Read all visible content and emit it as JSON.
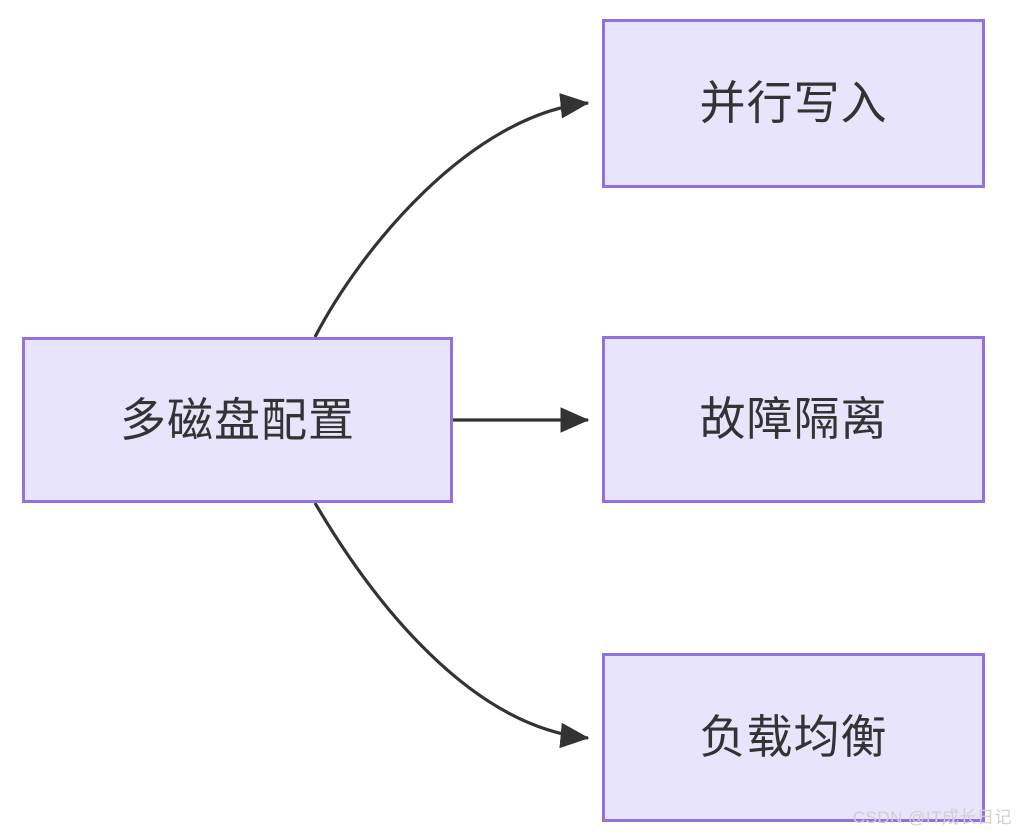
{
  "diagram": {
    "type": "flowchart",
    "direction": "left-to-right",
    "background_color": "#ffffff",
    "node_fill_color": "#e8e4fb",
    "node_border_color": "#9370e0",
    "node_text_color": "#333333",
    "edge_color": "#333333",
    "nodes": [
      {
        "id": "source",
        "label": "多磁盘配置"
      },
      {
        "id": "parallel_write",
        "label": "并行写入"
      },
      {
        "id": "fault_isolation",
        "label": "故障隔离"
      },
      {
        "id": "load_balance",
        "label": "负载均衡"
      }
    ],
    "edges": [
      {
        "id": "edge-source-parallel-write",
        "from": "多磁盘配置",
        "to": "并行写入",
        "label": "",
        "style": "curved-arrow"
      },
      {
        "id": "edge-source-fault-isolation",
        "from": "多磁盘配置",
        "to": "故障隔离",
        "label": "",
        "style": "straight-arrow"
      },
      {
        "id": "edge-source-load-balance",
        "from": "多磁盘配置",
        "to": "负载均衡",
        "label": "",
        "style": "curved-arrow"
      }
    ]
  },
  "watermark": {
    "text": "CSDN @IT成长日记",
    "color": "#cfcfd6"
  }
}
